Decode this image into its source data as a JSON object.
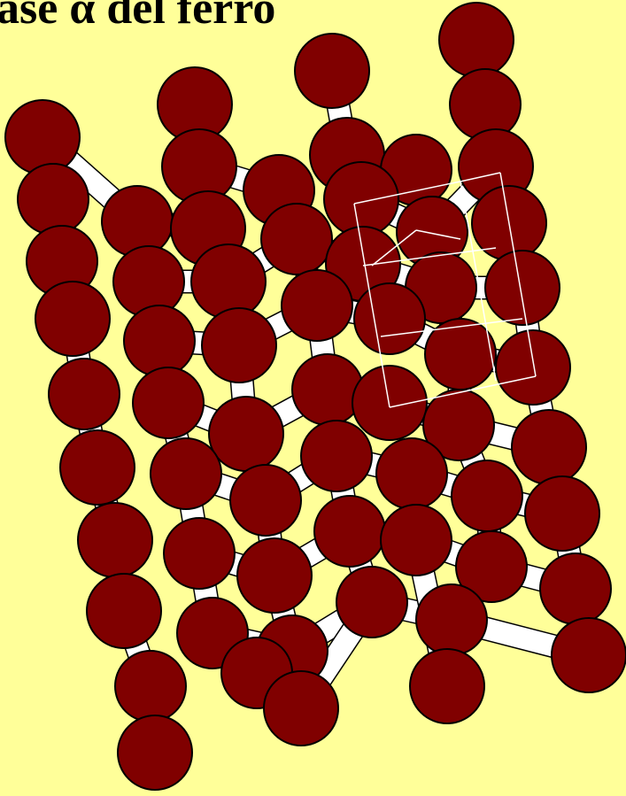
{
  "slide": {
    "title": "ase α del ferro"
  },
  "colors": {
    "background": "#FFFF99",
    "atom_fill": "#800000",
    "atom_outline": "#000000",
    "bond_fill": "#FFFFFF",
    "unit_cell_lines": "#FFFFFF",
    "title_text": "#000000"
  },
  "diagram": {
    "type": "crystal-structure-ball-and-stick",
    "atom_style": "dark-red spheres",
    "bond_style": "white cylinders",
    "unit_cell_outline": true
  }
}
